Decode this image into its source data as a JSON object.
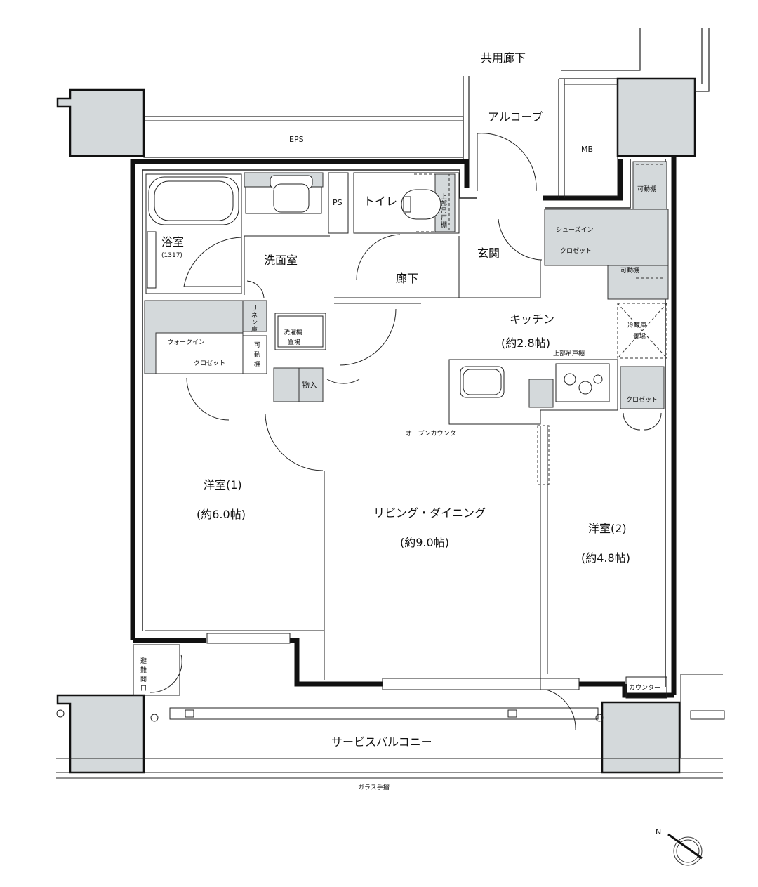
{
  "labels": {
    "common_corridor": "共用廊下",
    "alcove": "アルコーブ",
    "eps": "EPS",
    "mb": "MB",
    "bath": "浴室",
    "bath_size": "(1317)",
    "washroom": "洗面室",
    "ps": "PS",
    "toilet": "トイレ",
    "upper_cabinet_1": "上",
    "upper_cabinet_2": "部",
    "upper_cabinet_3": "吊",
    "upper_cabinet_4": "戸",
    "upper_cabinet_5": "棚",
    "entrance": "玄関",
    "hallway": "廊下",
    "movable_shelf_1": "可動棚",
    "shoes_in_1": "シューズイン",
    "shoes_in_2": "クロゼット",
    "movable_shelf_2": "可動棚",
    "linen_1": "リ",
    "linen_2": "ネ",
    "linen_3": "ン",
    "linen_4": "庫",
    "laundry_1": "洗濯機",
    "laundry_2": "置場",
    "walkin_1": "ウォークイン",
    "walkin_2": "クロゼット",
    "movable_v1": "可",
    "movable_v2": "動",
    "movable_v3": "棚",
    "storage": "物入",
    "kitchen": "キッチン",
    "kitchen_size": "(約2.8帖)",
    "fridge_1": "冷蔵庫",
    "fridge_2": "置場",
    "upper_cabinet_k": "上部吊戸棚",
    "closet": "クロゼット",
    "open_counter": "オープンカウンター",
    "western1": "洋室(1)",
    "western1_size": "(約6.0帖)",
    "living": "リビング・ダイニング",
    "living_size": "(約9.0帖)",
    "western2": "洋室(2)",
    "western2_size": "(約4.8帖)",
    "evac_1": "避",
    "evac_2": "難",
    "evac_3": "開",
    "evac_4": "口",
    "counter": "カウンター",
    "balcony": "サービスバルコニー",
    "glass_rail": "ガラス手摺",
    "north": "N"
  }
}
